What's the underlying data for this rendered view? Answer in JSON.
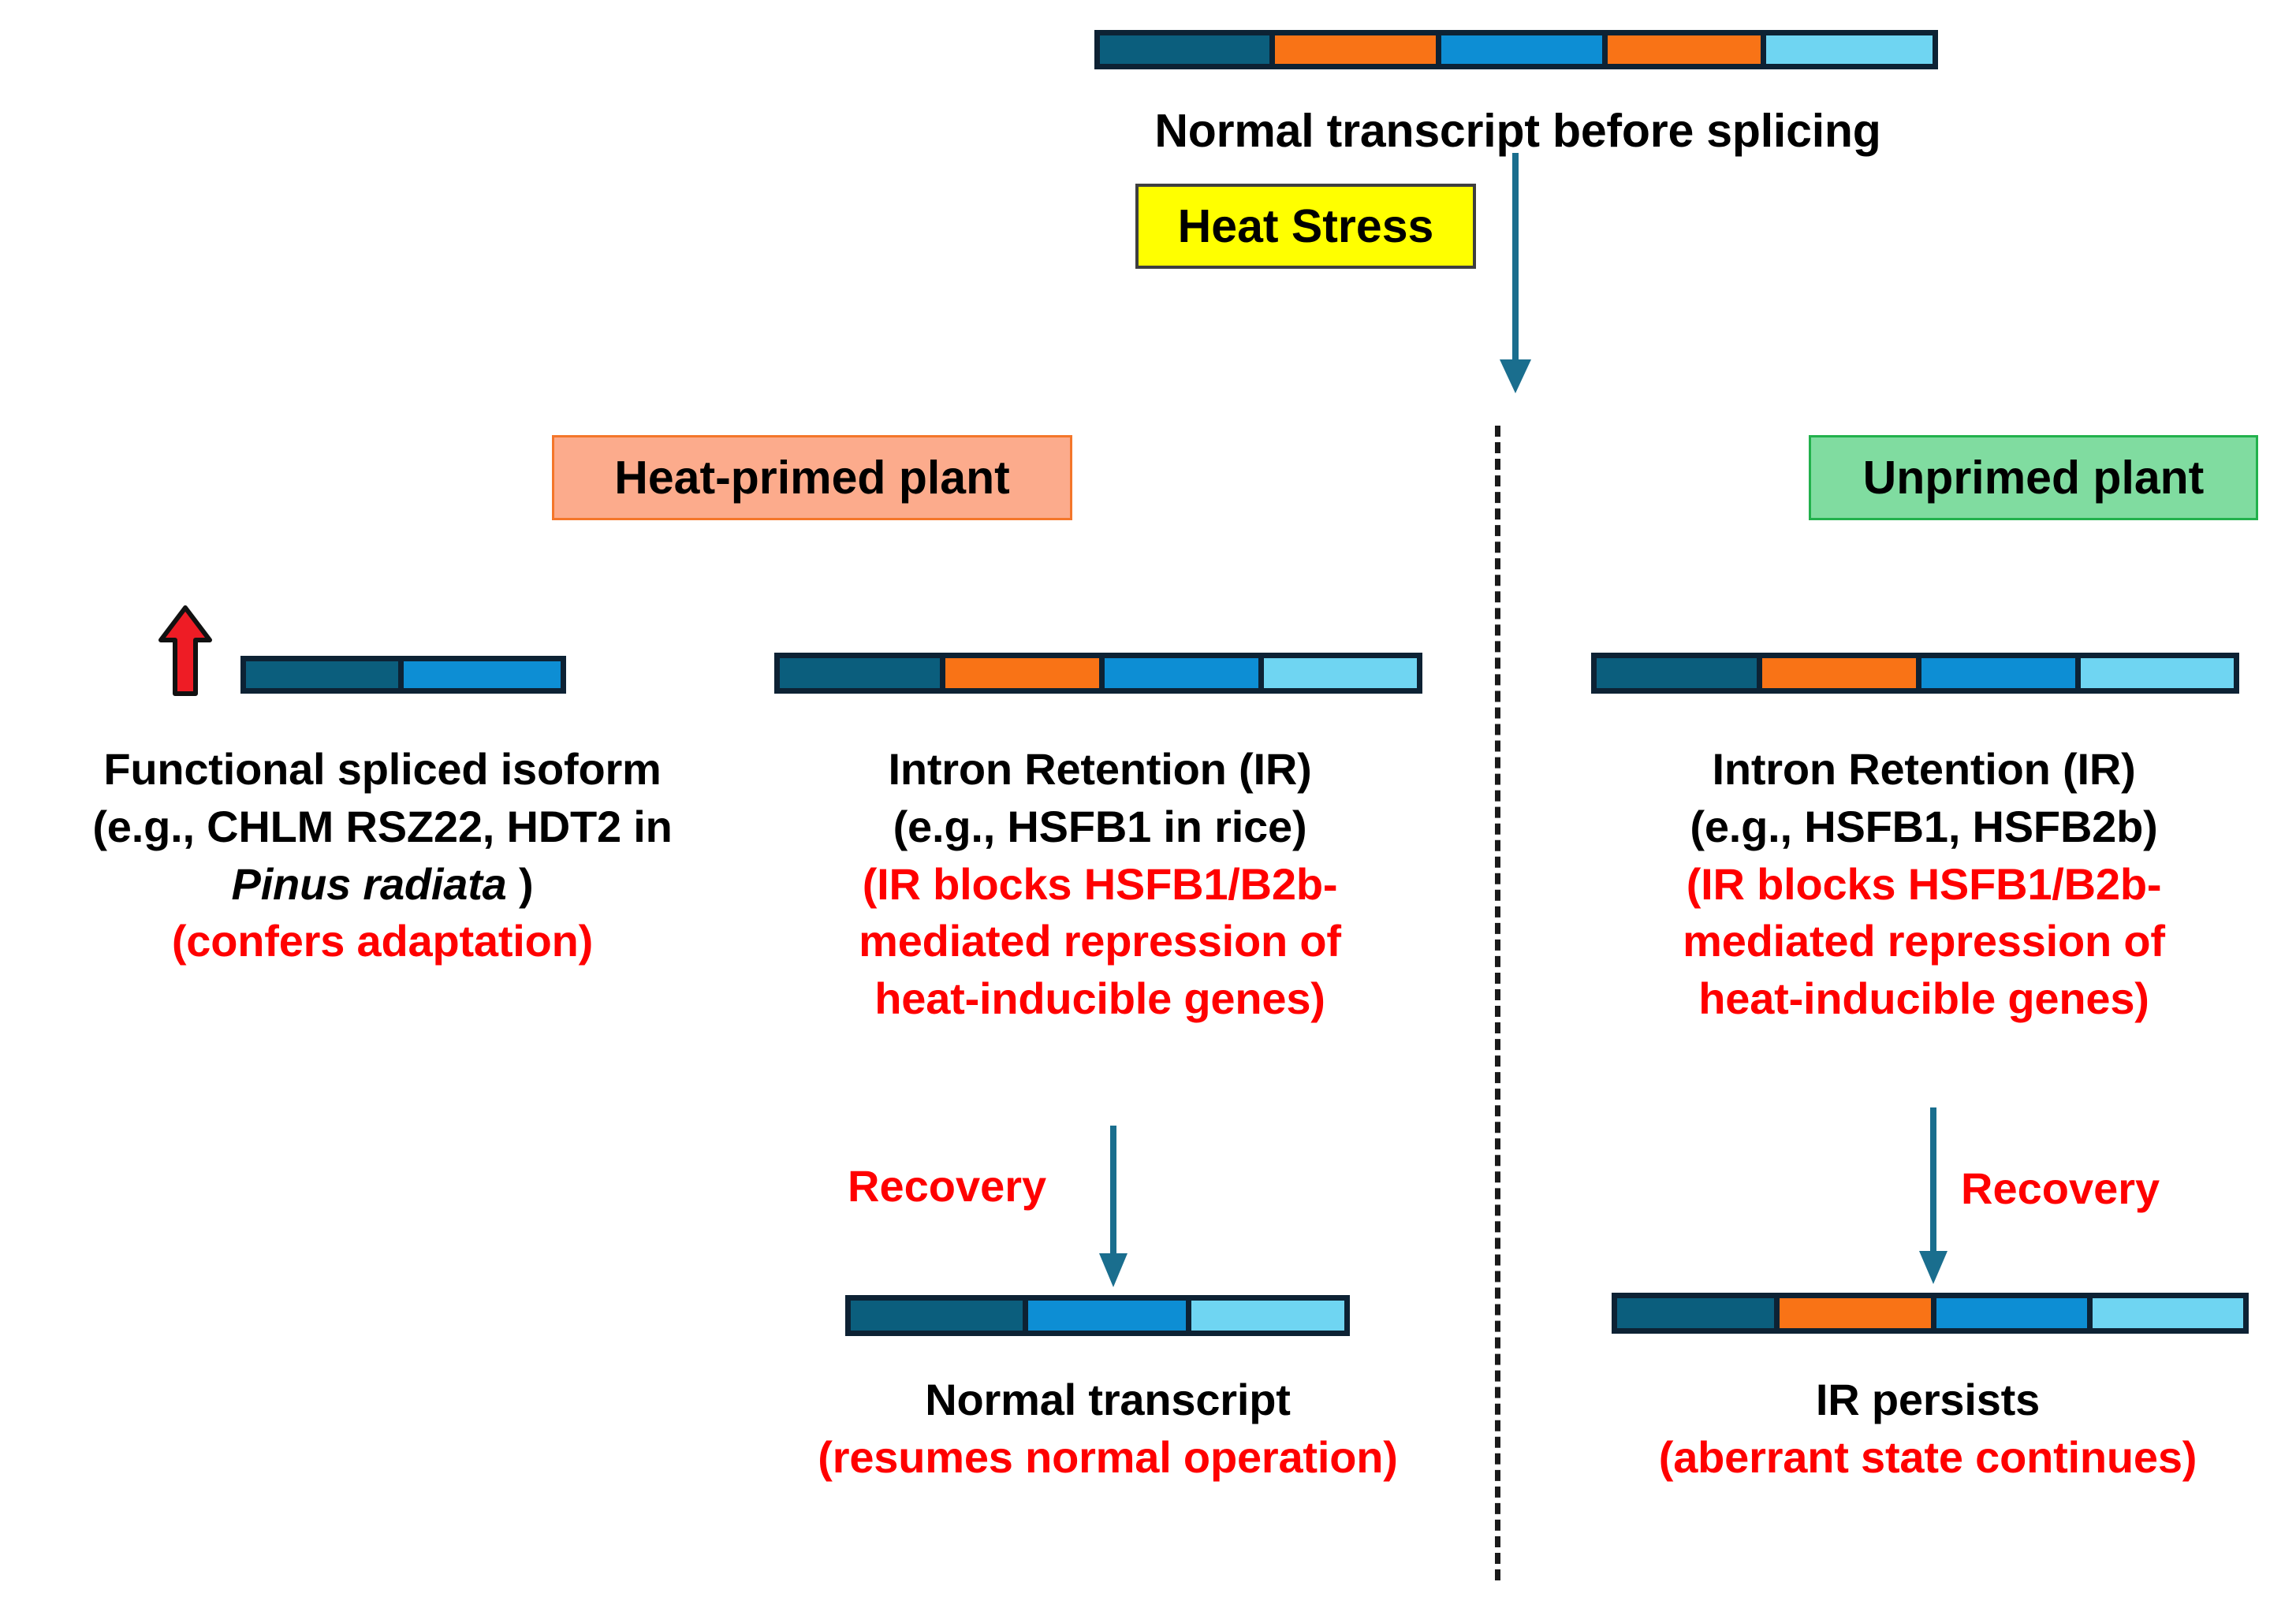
{
  "figure": {
    "title_top": "Normal transcript before splicing",
    "colors": {
      "exon_dark_teal": "#0b5e7d",
      "exon_blue": "#0d8ed4",
      "exon_light_blue": "#6fd5f2",
      "intron_orange": "#f97316",
      "segment_border": "#0d2234",
      "arrow_teal": "#1a6e8e",
      "red": "#ff0000",
      "heat_stress_fill": "#ffff00",
      "heat_primed_fill": "#fcab8c",
      "heat_primed_border": "#f4762a",
      "unprimed_fill": "#80dca0",
      "unprimed_border": "#22b14c",
      "divider": "#1a1a1a",
      "red_arrow": "#ee1c25"
    }
  },
  "top": {
    "transcript_label": "Normal transcript before splicing",
    "transcript_segments": [
      {
        "name": "exon1",
        "color": "#0b5e7d",
        "width": 21
      },
      {
        "name": "intron1",
        "color": "#f97316",
        "width": 20
      },
      {
        "name": "exon2",
        "color": "#0d8ed4",
        "width": 20
      },
      {
        "name": "intron2",
        "color": "#f97316",
        "width": 19
      },
      {
        "name": "exon3",
        "color": "#6fd5f2",
        "width": 20
      }
    ],
    "stress_box_label": "Heat Stress"
  },
  "panels": {
    "left": {
      "header": "Heat-primed plant",
      "up_arrow_icon": "red-up-arrow-icon",
      "spliced": {
        "segments": [
          {
            "name": "exon1",
            "color": "#0b5e7d",
            "width": 50
          },
          {
            "name": "exon2",
            "color": "#0d8ed4",
            "width": 50
          }
        ],
        "caption_line1": "Functional spliced isoform",
        "caption_line2": "(e.g., CHLM RSZ22, HDT2 in",
        "caption_line3_italic": "Pinus radiata",
        "caption_line3_tail": " )",
        "caption_red": "(confers adaptation)"
      },
      "ir": {
        "segments": [
          {
            "name": "exon1",
            "color": "#0b5e7d",
            "width": 26
          },
          {
            "name": "retained-intron",
            "color": "#f97316",
            "width": 25
          },
          {
            "name": "exon2",
            "color": "#0d8ed4",
            "width": 25
          },
          {
            "name": "exon3",
            "color": "#6fd5f2",
            "width": 24
          }
        ],
        "caption_line1": "Intron Retention (IR)",
        "caption_line2": "(e.g., HSFB1 in rice)",
        "caption_red_line1": "(IR blocks HSFB1/B2b-",
        "caption_red_line2": "mediated repression of",
        "caption_red_line3": "heat-inducible genes)"
      },
      "recovery_label": "Recovery",
      "outcome": {
        "segments": [
          {
            "name": "exon1",
            "color": "#0b5e7d",
            "width": 36
          },
          {
            "name": "exon2",
            "color": "#0d8ed4",
            "width": 33
          },
          {
            "name": "exon3",
            "color": "#6fd5f2",
            "width": 31
          }
        ],
        "caption": "Normal transcript",
        "caption_red": "(resumes normal operation)"
      }
    },
    "right": {
      "header": "Unprimed plant",
      "ir": {
        "segments": [
          {
            "name": "exon1",
            "color": "#0b5e7d",
            "width": 26
          },
          {
            "name": "retained-intron",
            "color": "#f97316",
            "width": 25
          },
          {
            "name": "exon2",
            "color": "#0d8ed4",
            "width": 25
          },
          {
            "name": "exon3",
            "color": "#6fd5f2",
            "width": 24
          }
        ],
        "caption_line1": "Intron Retention (IR)",
        "caption_line2": "(e.g., HSFB1, HSFB2b)",
        "caption_red_line1": "(IR blocks HSFB1/B2b-",
        "caption_red_line2": "mediated repression of",
        "caption_red_line3": "heat-inducible genes)"
      },
      "recovery_label": "Recovery",
      "outcome": {
        "segments": [
          {
            "name": "exon1",
            "color": "#0b5e7d",
            "width": 26
          },
          {
            "name": "retained-intron",
            "color": "#f97316",
            "width": 25
          },
          {
            "name": "exon2",
            "color": "#0d8ed4",
            "width": 25
          },
          {
            "name": "exon3",
            "color": "#6fd5f2",
            "width": 24
          }
        ],
        "caption": "IR persists",
        "caption_red": "(aberrant state continues)"
      }
    }
  }
}
